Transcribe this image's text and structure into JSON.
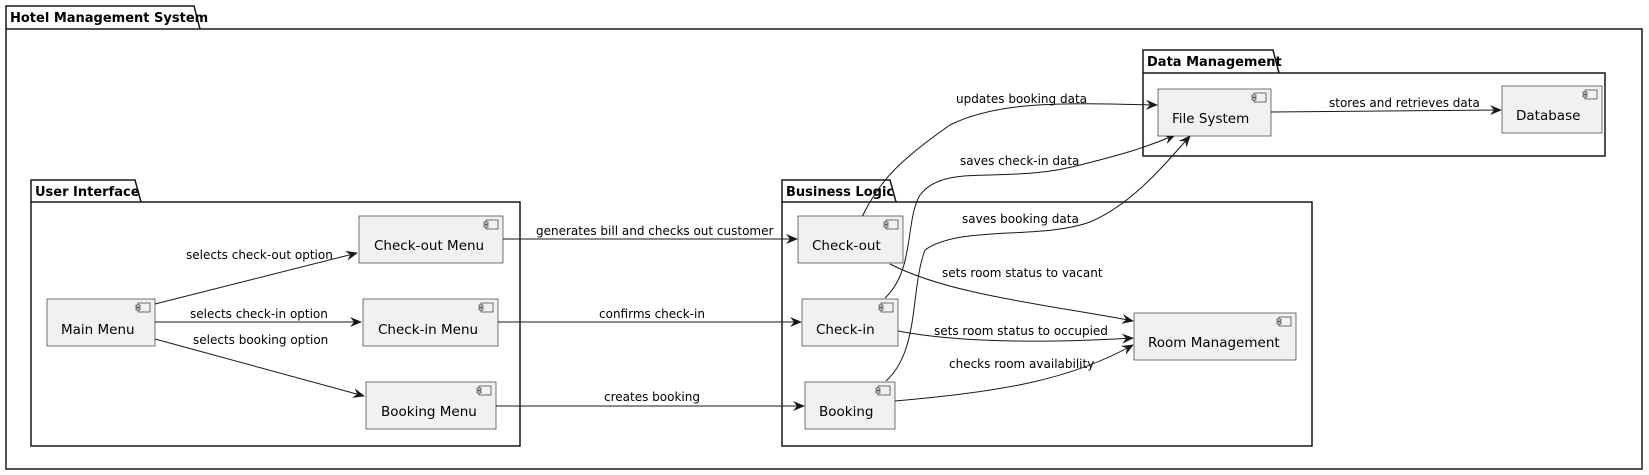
{
  "packages": {
    "system": "Hotel Management System",
    "ui": "User Interface",
    "logic": "Business Logic",
    "data": "Data Management"
  },
  "components": {
    "main_menu": "Main Menu",
    "checkout_menu": "Check-out Menu",
    "checkin_menu": "Check-in Menu",
    "booking_menu": "Booking Menu",
    "checkout": "Check-out",
    "checkin": "Check-in",
    "booking": "Booking",
    "room_mgmt": "Room Management",
    "file_system": "File System",
    "database": "Database"
  },
  "edges": {
    "main_to_checkout_menu": "selects check-out option",
    "main_to_checkin_menu": "selects check-in option",
    "main_to_booking_menu": "selects booking option",
    "checkout_menu_to_checkout": "generates bill and checks out customer",
    "checkin_menu_to_checkin": "confirms check-in",
    "booking_menu_to_booking": "creates booking",
    "checkout_to_file": "updates booking data",
    "checkin_to_file": "saves check-in data",
    "booking_to_file": "saves booking data",
    "file_to_db": "stores and retrieves data",
    "checkout_to_room": "sets room status to vacant",
    "checkin_to_room": "sets room status to occupied",
    "booking_to_room": "checks room availability"
  }
}
